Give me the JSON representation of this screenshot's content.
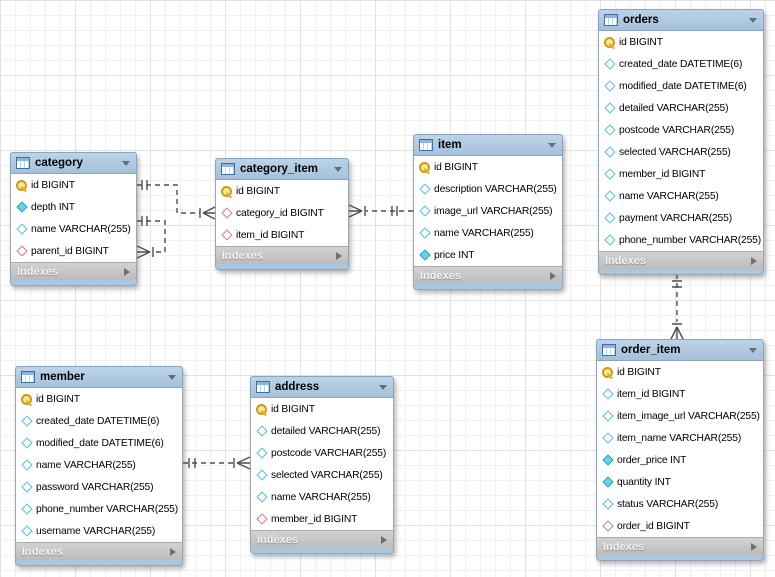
{
  "ui": {
    "indexes_label": "Indexes"
  },
  "colors": {
    "table_header": "#aac6e0",
    "table_footer_bar": "#c4c4c4",
    "table_bottom_strip": "#a9c8df",
    "primary_key_icon": "#e8b900",
    "not_null_icon": "#66d4e6",
    "nullable_icon_border": "#55bed2",
    "foreign_key_icon_border": "#c97c78",
    "connector_line": "#4f4f4f"
  },
  "tables": [
    {
      "name": "category",
      "fields": [
        {
          "icon": "key",
          "text": "id BIGINT"
        },
        {
          "icon": "filled",
          "text": "depth INT"
        },
        {
          "icon": "open",
          "text": "name VARCHAR(255)"
        },
        {
          "icon": "fk",
          "text": "parent_id BIGINT"
        }
      ]
    },
    {
      "name": "category_item",
      "fields": [
        {
          "icon": "key",
          "text": "id BIGINT"
        },
        {
          "icon": "fk",
          "text": "category_id BIGINT"
        },
        {
          "icon": "fk",
          "text": "item_id BIGINT"
        }
      ]
    },
    {
      "name": "item",
      "fields": [
        {
          "icon": "key",
          "text": "id BIGINT"
        },
        {
          "icon": "open",
          "text": "description VARCHAR(255)"
        },
        {
          "icon": "open",
          "text": "image_url VARCHAR(255)"
        },
        {
          "icon": "open",
          "text": "name VARCHAR(255)"
        },
        {
          "icon": "filled",
          "text": "price INT"
        }
      ]
    },
    {
      "name": "orders",
      "fields": [
        {
          "icon": "key",
          "text": "id BIGINT"
        },
        {
          "icon": "open",
          "text": "created_date DATETIME(6)"
        },
        {
          "icon": "open",
          "text": "modified_date DATETIME(6)"
        },
        {
          "icon": "open",
          "text": "detailed VARCHAR(255)"
        },
        {
          "icon": "open",
          "text": "postcode VARCHAR(255)"
        },
        {
          "icon": "open",
          "text": "selected VARCHAR(255)"
        },
        {
          "icon": "open",
          "text": "member_id BIGINT"
        },
        {
          "icon": "open",
          "text": "name VARCHAR(255)"
        },
        {
          "icon": "open",
          "text": "payment VARCHAR(255)"
        },
        {
          "icon": "open",
          "text": "phone_number VARCHAR(255)"
        }
      ]
    },
    {
      "name": "member",
      "fields": [
        {
          "icon": "key",
          "text": "id BIGINT"
        },
        {
          "icon": "open",
          "text": "created_date DATETIME(6)"
        },
        {
          "icon": "open",
          "text": "modified_date DATETIME(6)"
        },
        {
          "icon": "open",
          "text": "name VARCHAR(255)"
        },
        {
          "icon": "open",
          "text": "password VARCHAR(255)"
        },
        {
          "icon": "open",
          "text": "phone_number VARCHAR(255)"
        },
        {
          "icon": "open",
          "text": "username VARCHAR(255)"
        }
      ]
    },
    {
      "name": "address",
      "fields": [
        {
          "icon": "key",
          "text": "id BIGINT"
        },
        {
          "icon": "open",
          "text": "detailed VARCHAR(255)"
        },
        {
          "icon": "open",
          "text": "postcode VARCHAR(255)"
        },
        {
          "icon": "open",
          "text": "selected VARCHAR(255)"
        },
        {
          "icon": "open",
          "text": "name VARCHAR(255)"
        },
        {
          "icon": "fk",
          "text": "member_id BIGINT"
        }
      ]
    },
    {
      "name": "order_item",
      "fields": [
        {
          "icon": "key",
          "text": "id BIGINT"
        },
        {
          "icon": "open",
          "text": "item_id BIGINT"
        },
        {
          "icon": "open",
          "text": "item_image_url VARCHAR(255)"
        },
        {
          "icon": "open",
          "text": "item_name VARCHAR(255)"
        },
        {
          "icon": "filled",
          "text": "order_price INT"
        },
        {
          "icon": "filled",
          "text": "quantity INT"
        },
        {
          "icon": "open",
          "text": "status VARCHAR(255)"
        },
        {
          "icon": "fk",
          "text": "order_id BIGINT"
        }
      ]
    }
  ],
  "relationships": [
    {
      "from": "category",
      "to": "category_item",
      "from_cardinality": "one",
      "to_cardinality": "many",
      "style": "dashed"
    },
    {
      "from": "category",
      "to": "category",
      "from_cardinality": "one",
      "to_cardinality": "many",
      "style": "dashed"
    },
    {
      "from": "item",
      "to": "category_item",
      "from_cardinality": "one",
      "to_cardinality": "many",
      "style": "dashed"
    },
    {
      "from": "orders",
      "to": "order_item",
      "from_cardinality": "one",
      "to_cardinality": "many",
      "style": "dashed"
    },
    {
      "from": "member",
      "to": "address",
      "from_cardinality": "one",
      "to_cardinality": "many",
      "style": "dashed"
    }
  ]
}
